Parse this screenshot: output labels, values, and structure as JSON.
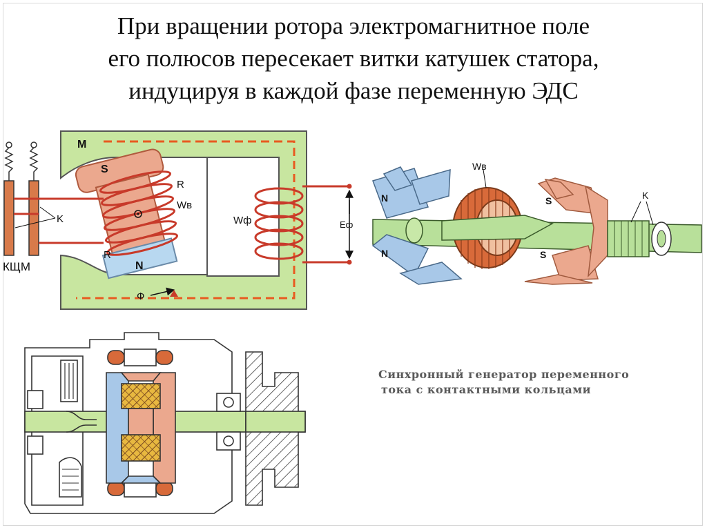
{
  "title": {
    "line1": "При вращении ротора электромагнитное поле",
    "line2": "его полюсов пересекает витки катушек статора,",
    "line3": "индуцируя в каждой фазе переменную ЭДС"
  },
  "schematic": {
    "magnet_label": "М",
    "north_pole": "N",
    "south_pole": "S",
    "rotor_winding": "R",
    "excitation_winding": "Wв",
    "phase_winding": "Wф",
    "emf": "Eф",
    "flux": "Ф",
    "brush": "K",
    "slip_rings": "КЩМ"
  },
  "rotor": {
    "winding": "Wв",
    "brush": "K",
    "pole_n_top": "N",
    "pole_n_bottom": "N",
    "pole_s_top": "S",
    "pole_s_bottom": "S"
  },
  "caption": {
    "line1": "Синхронный генератор переменного",
    "line2": "тока с контактными кольцами"
  },
  "colors": {
    "yoke": "#c8e6a0",
    "coil": "#c83a2a",
    "pole_s": "#eba88e",
    "pole_n": "#a8c8e8",
    "flux_path": "#e85a20"
  }
}
